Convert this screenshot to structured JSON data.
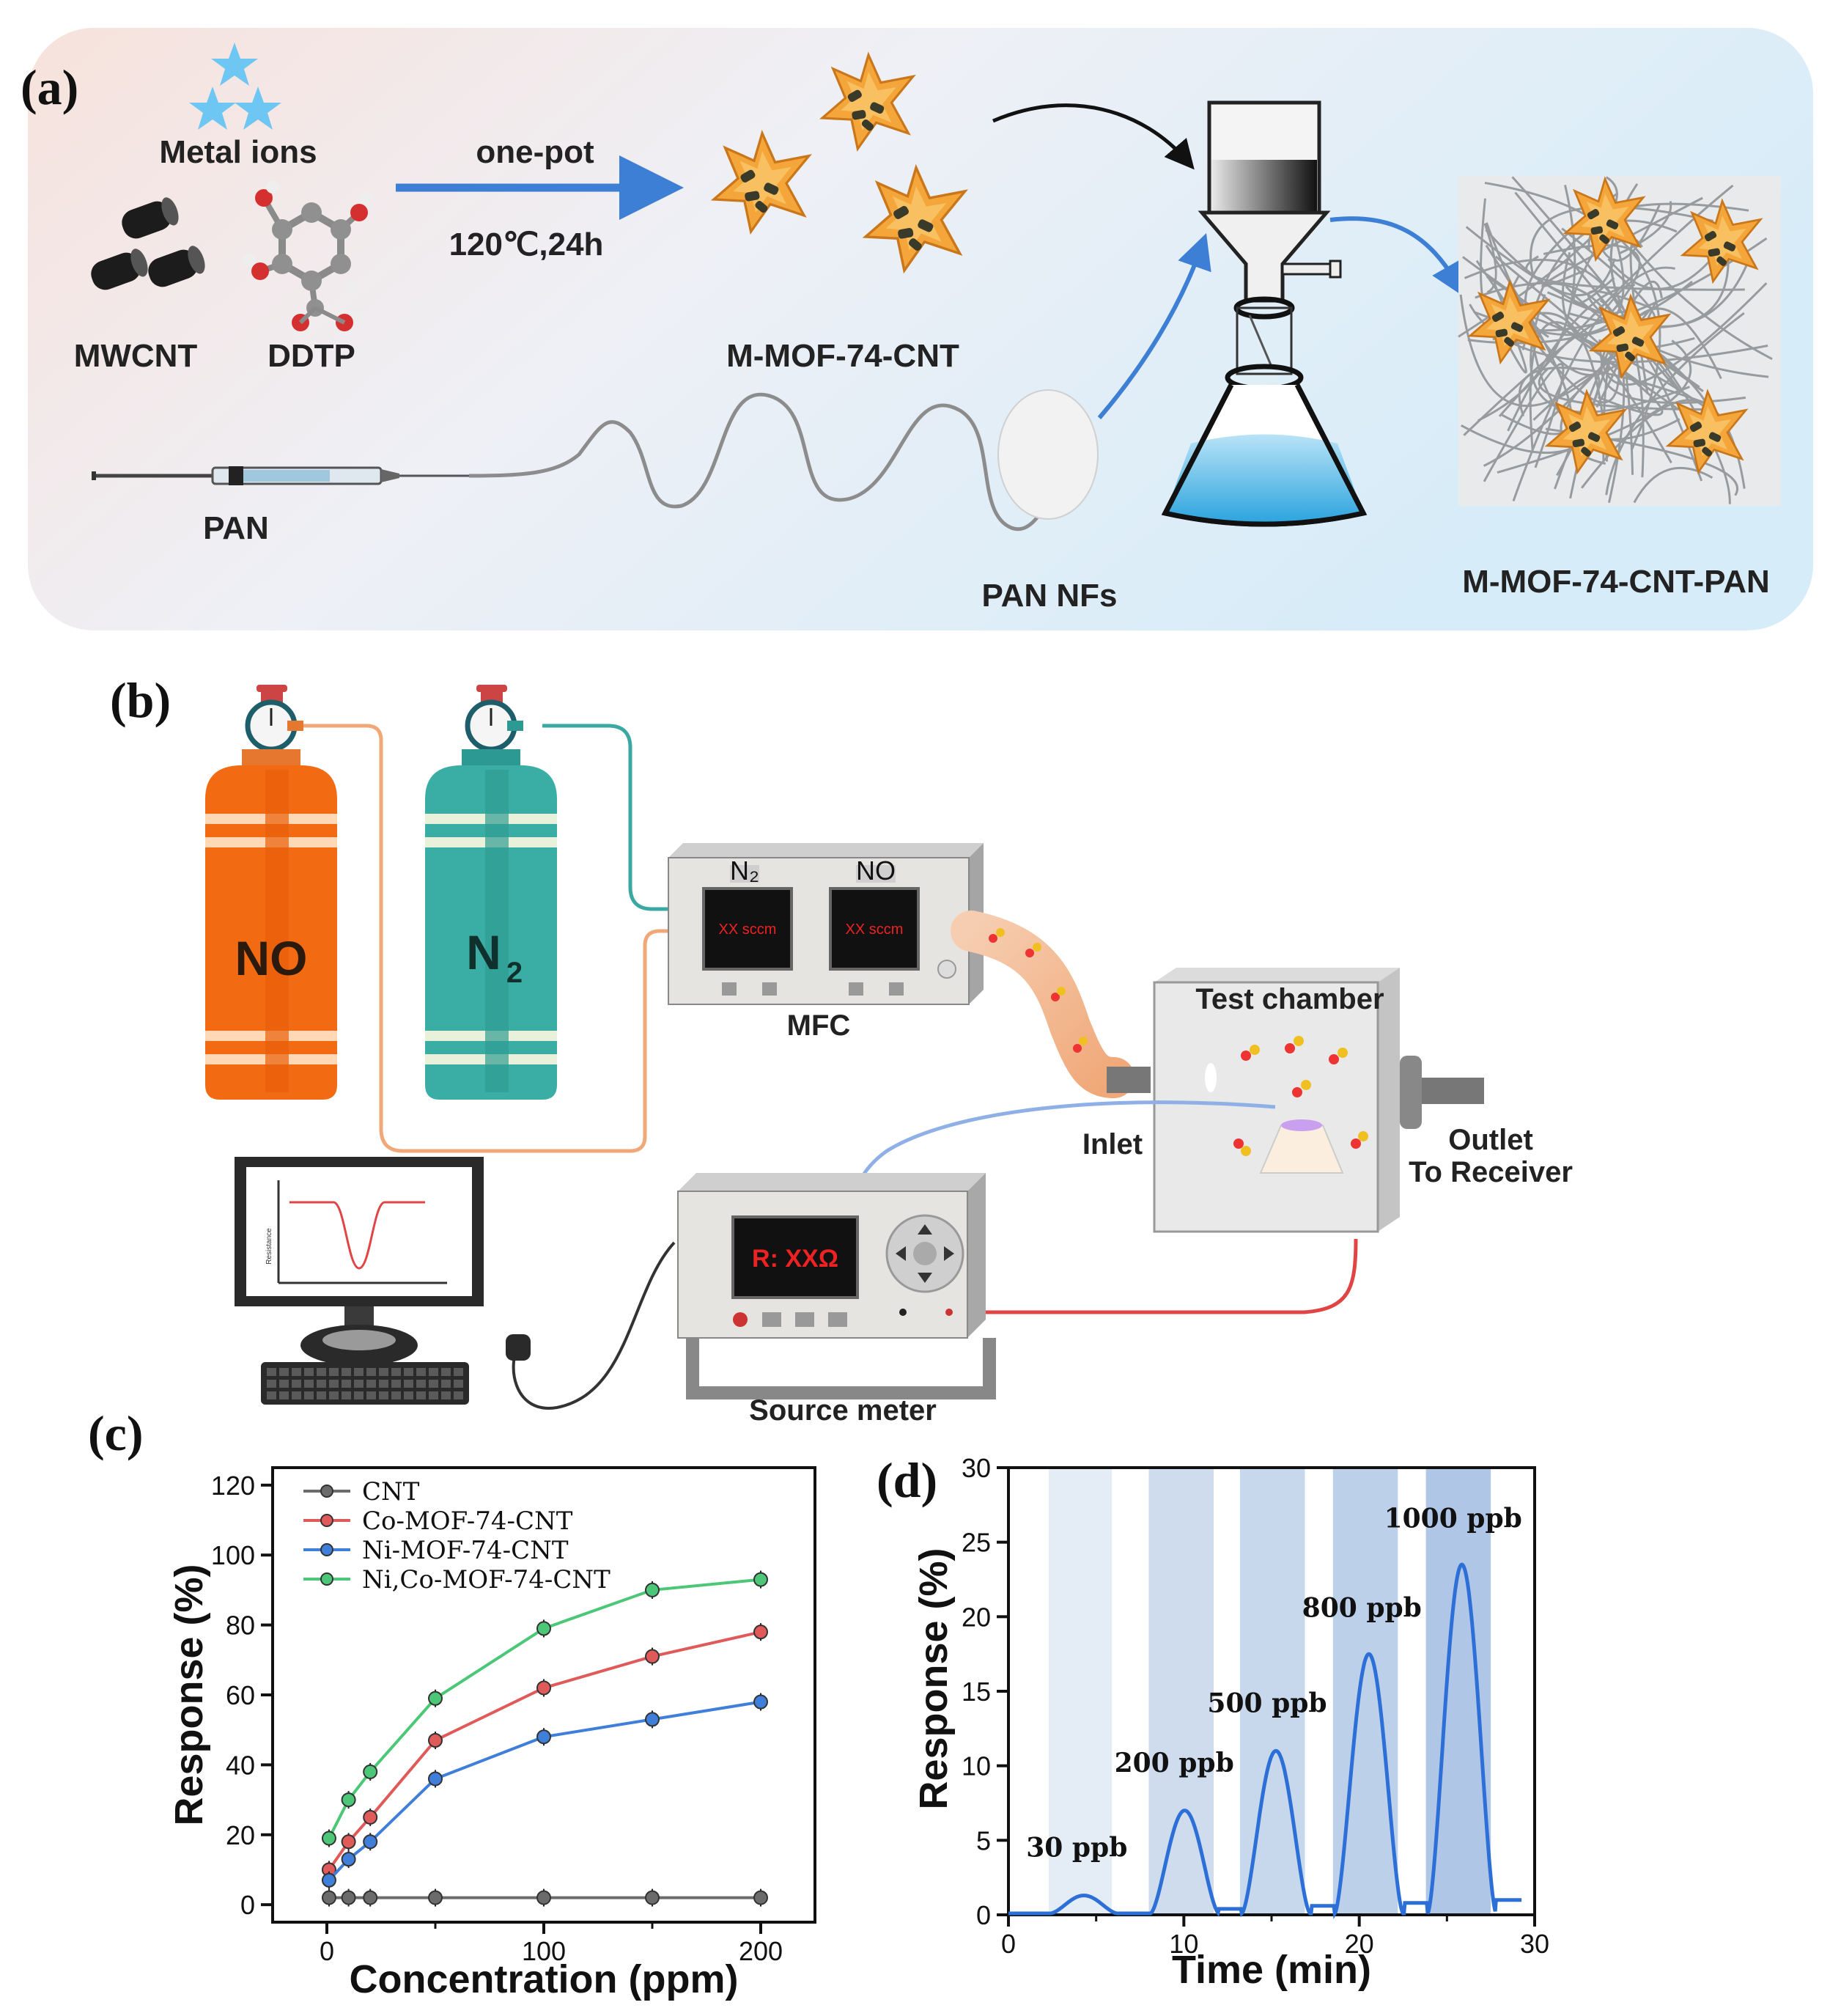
{
  "panel_a": {
    "label": "(a)",
    "metal_ions": "Metal ions",
    "mwcnt": "MWCNT",
    "ddtp": "DDTP",
    "arrow_top": "one-pot",
    "arrow_bottom": "120℃,24h",
    "mof_label": "M-MOF-74-CNT",
    "pan": "PAN",
    "pan_nfs": "PAN NFs",
    "product": "M-MOF-74-CNT-PAN"
  },
  "panel_b": {
    "label": "(b)",
    "cyl_no": "NO",
    "cyl_n2": "N",
    "cyl_n2_sub": "2",
    "mfc_ch1": "N₂",
    "mfc_ch2": "NO",
    "mfc_disp": "XX sccm",
    "mfc": "MFC",
    "chamber": "Test chamber",
    "inlet": "Inlet",
    "outlet": "Outlet",
    "receiver": "To Receiver",
    "meter_disp": "R: XXΩ",
    "source_meter": "Source meter",
    "monitor_axis": "Resistance"
  },
  "panel_c": {
    "label": "(c)",
    "chart_data": {
      "type": "line",
      "xlabel": "Concentration (ppm)",
      "ylabel": "Response (%)",
      "xlim": [
        -25,
        225
      ],
      "ylim": [
        -5,
        125
      ],
      "xticks": [
        0,
        100,
        200
      ],
      "yticks": [
        0,
        20,
        40,
        60,
        80,
        100,
        120
      ],
      "legend_position": "top-left",
      "x": [
        1,
        10,
        20,
        50,
        100,
        150,
        200
      ],
      "series": [
        {
          "name": "CNT",
          "color": "#6b6b6b",
          "values": [
            2,
            2,
            2,
            2,
            2,
            2,
            2
          ]
        },
        {
          "name": "Co-MOF-74-CNT",
          "color": "#e05a5a",
          "values": [
            10,
            18,
            25,
            47,
            62,
            71,
            78
          ]
        },
        {
          "name": "Ni-MOF-74-CNT",
          "color": "#3f7fd9",
          "values": [
            7,
            13,
            18,
            36,
            48,
            53,
            58
          ]
        },
        {
          "name": "Ni,Co-MOF-74-CNT",
          "color": "#4cc777",
          "values": [
            19,
            30,
            38,
            59,
            79,
            90,
            93
          ]
        }
      ]
    }
  },
  "panel_d": {
    "label": "(d)",
    "chart_data": {
      "type": "line",
      "xlabel": "Time (min)",
      "ylabel": "Response (%)",
      "xlim": [
        0,
        30
      ],
      "ylim": [
        0,
        30
      ],
      "xticks": [
        0,
        10,
        20,
        30
      ],
      "yticks": [
        0,
        5,
        10,
        15,
        20,
        25,
        30
      ],
      "color": "#2c6fd6",
      "exposure_windows": [
        [
          2.3,
          5.9
        ],
        [
          8.0,
          11.7
        ],
        [
          13.2,
          16.9
        ],
        [
          18.5,
          22.2
        ],
        [
          23.8,
          27.5
        ]
      ],
      "annotations": [
        "30 ppb",
        "200 ppb",
        "500 ppb",
        "800 ppb",
        "1000 ppb"
      ],
      "peaks": [
        1.3,
        7.0,
        11.0,
        17.5,
        23.5
      ],
      "baseline": 0.1,
      "end_level": 1.0
    }
  }
}
